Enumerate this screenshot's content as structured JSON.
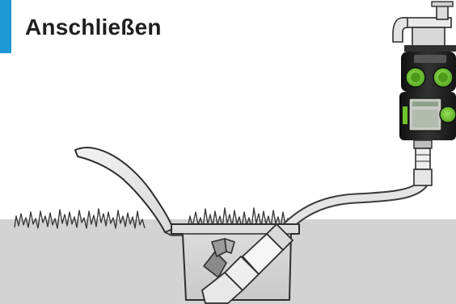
{
  "page": {
    "title": "Anschließen"
  },
  "colors": {
    "accent": "#1f98d6",
    "title_text": "#1f1f1f",
    "controller_body": "#222222",
    "dial_green": "#6fc42c",
    "ground": "#d3d3d3",
    "hose": "#dcdcdc",
    "valve_box": "#cfcfcf"
  },
  "illustration": {
    "items": [
      "tap-icon",
      "irrigation-controller",
      "hose",
      "grass-line",
      "ground",
      "valve-box",
      "valve-box-lid",
      "valve-connector"
    ]
  }
}
